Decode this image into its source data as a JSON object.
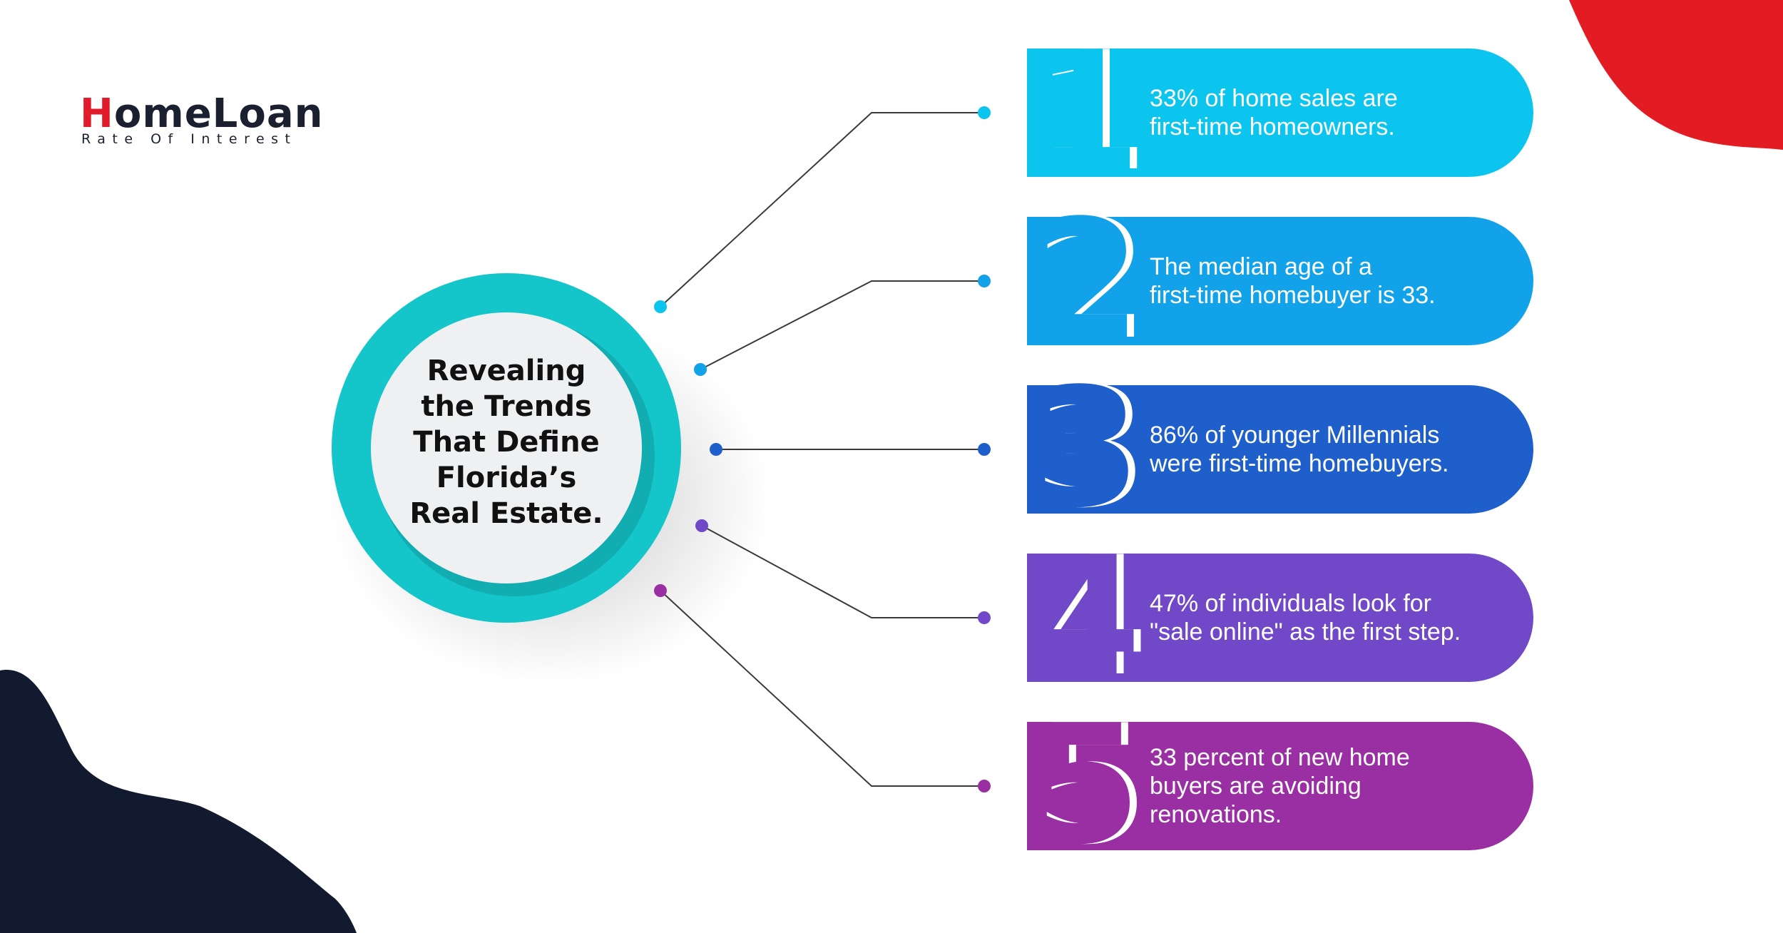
{
  "logo": {
    "brand_h": "H",
    "brand_rest": "omeLoan",
    "tagline": "Rate Of Interest"
  },
  "center": {
    "title": "Revealing\nthe Trends\nThat Define\nFlorida’s\nReal Estate."
  },
  "facts": [
    {
      "number": "1",
      "text": "33% of home sales are\nfirst-time homeowners.",
      "color": "#0cc5ee",
      "text_color": "#ffffff"
    },
    {
      "number": "2",
      "text": "The median age of a\nfirst-time homebuyer is 33.",
      "color": "#12a2ea",
      "text_color": "#ffffff"
    },
    {
      "number": "3",
      "text": "86% of younger Millennials\nwere first-time homebuyers.",
      "color": "#1f5fcc",
      "text_color": "#ffffff"
    },
    {
      "number": "4",
      "text": "47% of individuals look for\n\"sale online\" as the first step.",
      "color": "#7048c8",
      "text_color": "#ffffff"
    },
    {
      "number": "5",
      "text": "33 percent of new home\nbuyers are avoiding\nrenovations.",
      "color": "#9a2fa3",
      "text_color": "#ffffff"
    }
  ],
  "colors": {
    "ring": "#14c5c9",
    "inner_circle": "#eef0f2",
    "blob_red": "#e31b23",
    "blob_navy": "#111a2e",
    "connector": "#3a3a3a"
  }
}
